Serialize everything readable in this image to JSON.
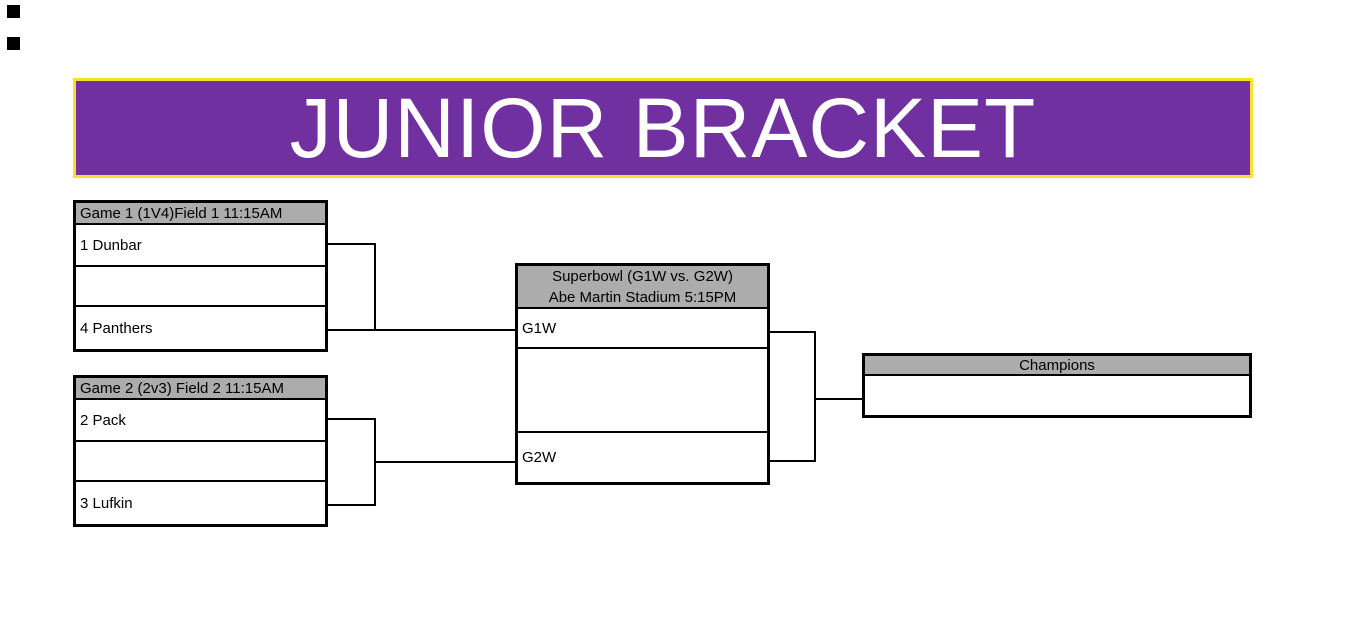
{
  "banner": {
    "title": "JUNIOR BRACKET"
  },
  "bracket": {
    "game1": {
      "header": "Game 1 (1V4)Field 1 11:15AM",
      "slots": [
        "1 Dunbar",
        "",
        "4 Panthers"
      ]
    },
    "game2": {
      "header": "Game 2 (2v3) Field 2 11:15AM",
      "slots": [
        "2 Pack",
        "",
        "3 Lufkin"
      ]
    },
    "final": {
      "header_line1": "Superbowl  (G1W vs. G2W)",
      "header_line2": "Abe Martin Stadium 5:15PM",
      "slots": [
        "G1W",
        "",
        "G2W"
      ]
    },
    "champions": {
      "header": "Champions",
      "slot": ""
    }
  },
  "colors": {
    "banner_bg": "#7030A0",
    "banner_border": "#F7E229",
    "banner_text": "#FFFFFF",
    "header_bg": "#ACACAC",
    "line": "#000000"
  }
}
